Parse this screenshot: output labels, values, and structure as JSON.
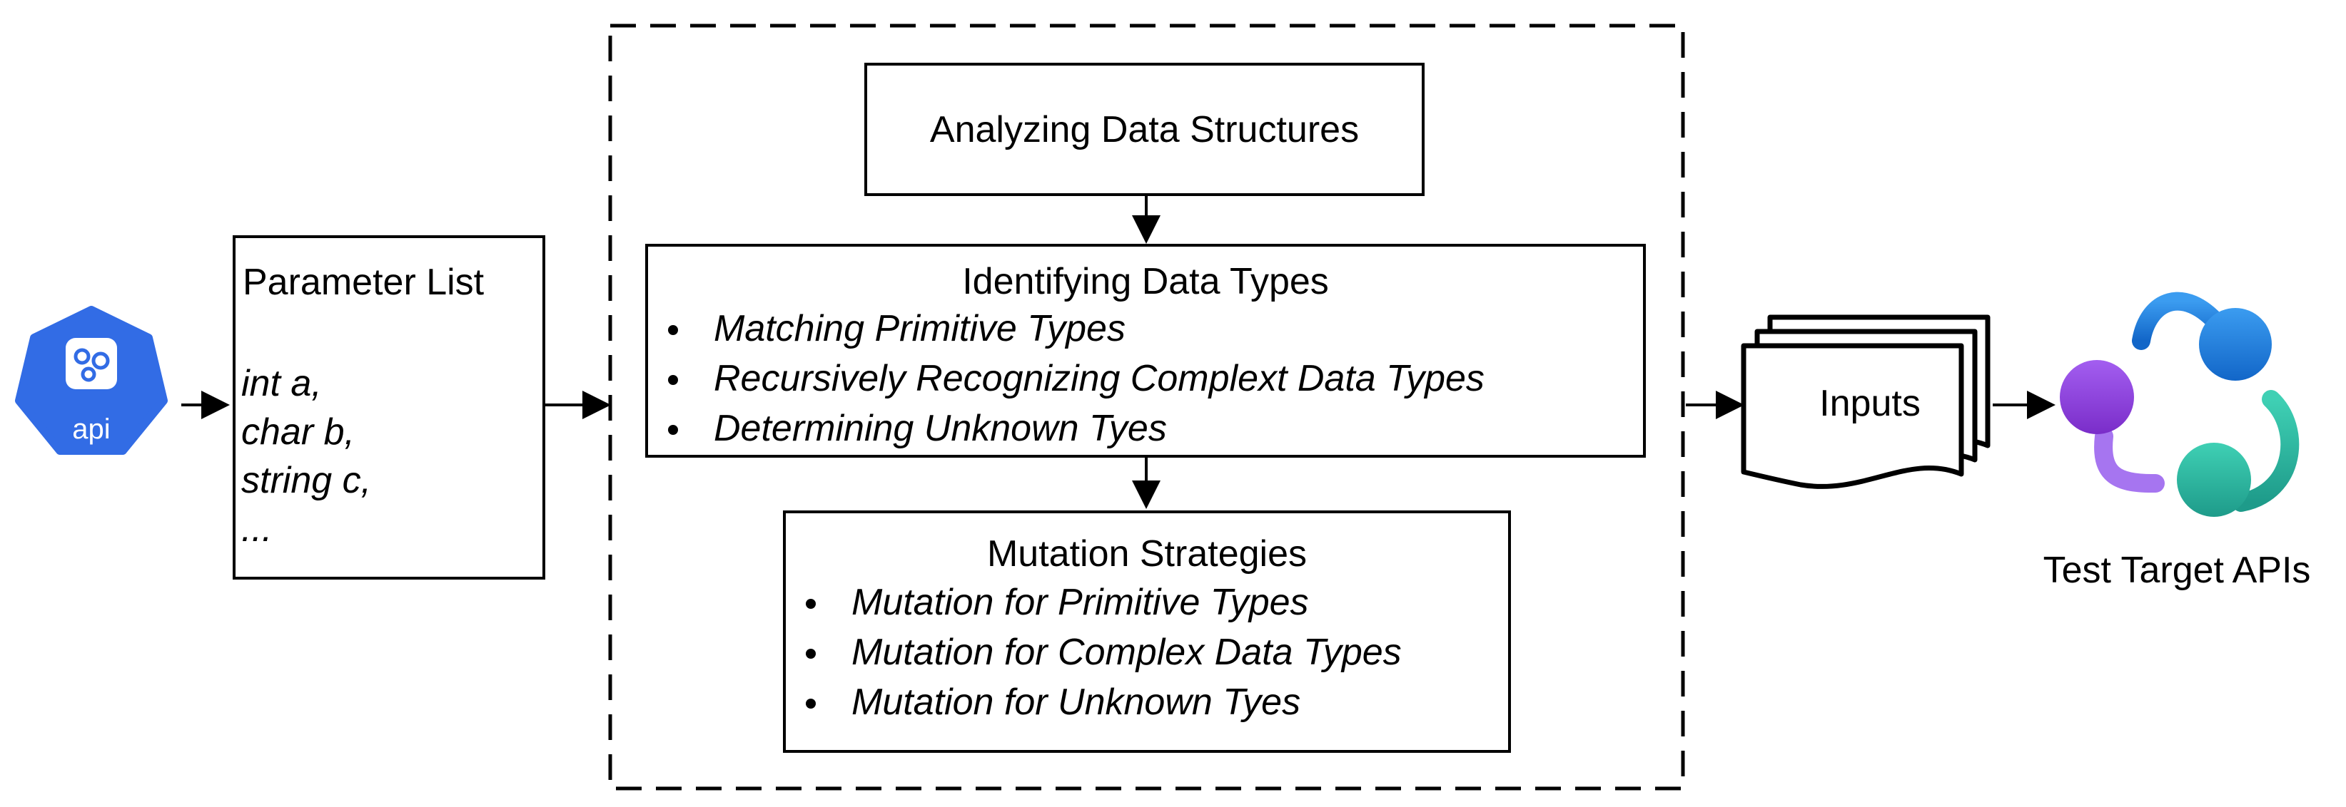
{
  "api_icon": {
    "label": "api"
  },
  "parameter_list": {
    "title": "Parameter List",
    "params": [
      "int a,",
      "char b,",
      "string c,",
      "..."
    ]
  },
  "analyzing": {
    "title": "Analyzing Data Structures"
  },
  "identifying": {
    "title": "Identifying Data Types",
    "items": [
      "Matching Primitive Types",
      "Recursively Recognizing Complext Data Types",
      "Determining Unknown Tyes"
    ]
  },
  "mutation": {
    "title": "Mutation Strategies",
    "items": [
      "Mutation for Primitive Types",
      "Mutation for Complex Data Types",
      "Mutation for Unknown Tyes"
    ]
  },
  "inputs": {
    "label": "Inputs"
  },
  "target": {
    "label": "Test Target APIs"
  },
  "colors": {
    "api_blue": "#326CE5",
    "target_blue": "#1E73D8",
    "target_purple": "#8B3FD9",
    "target_teal": "#2BB5A0"
  }
}
